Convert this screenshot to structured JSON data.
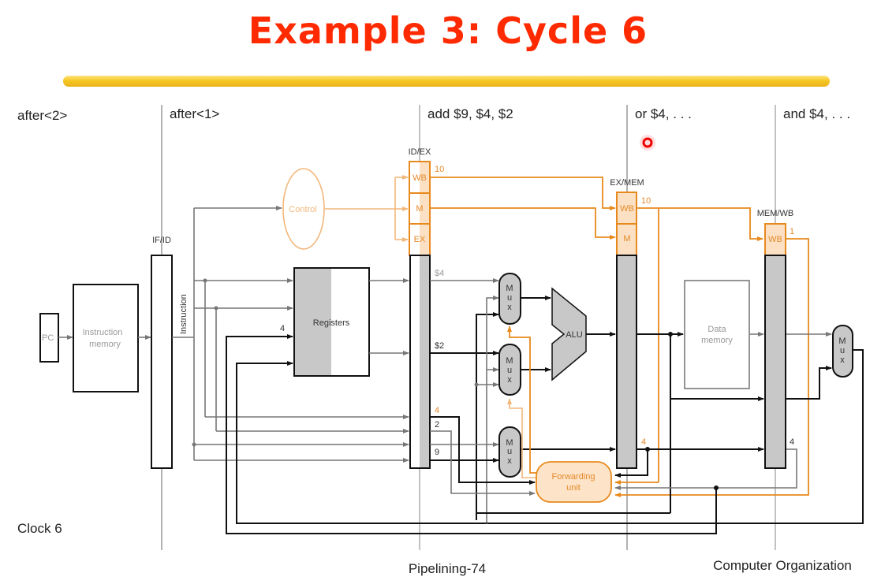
{
  "slide": {
    "title": "Example 3: Cycle 6",
    "footer_left": "Pipelining-74",
    "footer_right": "Computer Organization",
    "clock_label": "Clock 6",
    "title_color": "#ff2a00",
    "accent_color": "#e8891c"
  },
  "stages": [
    {
      "label": "after<2>"
    },
    {
      "label": "after<1>"
    },
    {
      "label": "add $9, $4, $2"
    },
    {
      "label": "or $4, . . ."
    },
    {
      "label": "and $4, . . ."
    }
  ],
  "pipeline_registers": {
    "if_id": "IF/ID",
    "id_ex": "ID/EX",
    "ex_mem": "EX/MEM",
    "mem_wb": "MEM/WB"
  },
  "control_fields": {
    "wb": "WB",
    "m": "M",
    "ex": "EX",
    "id_ex_value": "10",
    "ex_mem_value": "10",
    "mem_wb_value": "1"
  },
  "units": {
    "pc": "PC",
    "instruction_memory": [
      "Instruction",
      "memory"
    ],
    "instruction_bus": "Instruction",
    "registers": "Registers",
    "control": "Control",
    "alu": "ALU",
    "data_memory": [
      "Data",
      "memory"
    ],
    "forwarding_unit": [
      "Forwarding",
      "unit"
    ],
    "mux": [
      "M",
      "u",
      "x"
    ]
  },
  "signal_labels": {
    "reg_write_num": "4",
    "rs_value": "$4",
    "rt_value": "$2",
    "id_ex_rs": "4",
    "id_ex_rt": "2",
    "id_ex_rd": "9",
    "ex_mem_rd": "4",
    "mem_wb_rd": "4"
  }
}
